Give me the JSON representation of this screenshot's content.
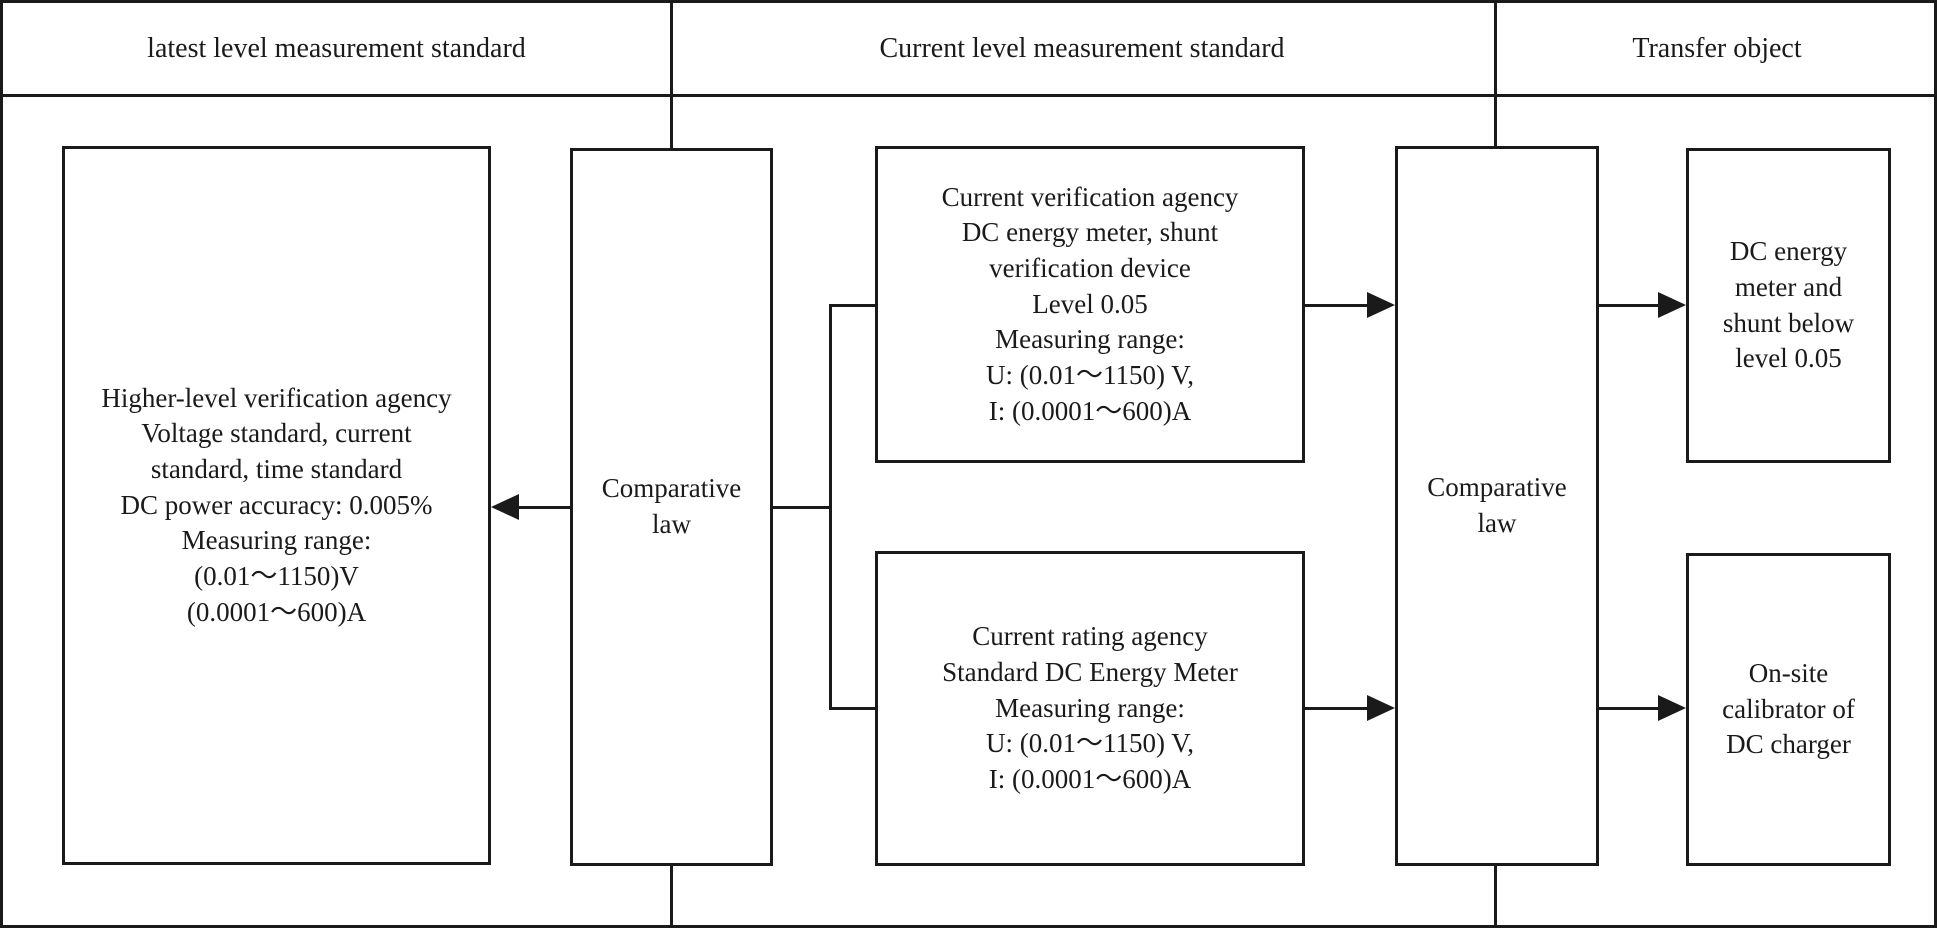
{
  "headers": {
    "col1": "latest level measurement standard",
    "col2": "Current level measurement standard",
    "col3": "Transfer object"
  },
  "boxes": {
    "higher_level": "Higher-level verification agency\nVoltage standard, current\nstandard, time standard\nDC power accuracy: 0.005%\nMeasuring range:\n(0.01〜1150)V\n(0.0001〜600)A",
    "comparative_law_left": "Comparative\nlaw",
    "current_verification": "Current verification agency\nDC energy meter, shunt\nverification device\nLevel 0.05\nMeasuring range:\nU: (0.01〜1150) V,\nI: (0.0001〜600)A",
    "current_rating": "Current rating agency\nStandard DC Energy Meter\nMeasuring range:\nU: (0.01〜1150) V,\nI: (0.0001〜600)A",
    "comparative_law_right": "Comparative\nlaw",
    "dc_meter_shunt": "DC energy\nmeter and\nshunt below\nlevel 0.05",
    "onsite_calibrator": "On-site\ncalibrator of\nDC charger"
  },
  "connections": [
    {
      "from": "comparative-law-left-box",
      "to": "higher-level-agency-box",
      "type": "arrow"
    },
    {
      "from": "comparative-law-left-box",
      "to": "current-verification-agency-box",
      "type": "line"
    },
    {
      "from": "comparative-law-left-box",
      "to": "current-rating-agency-box",
      "type": "line"
    },
    {
      "from": "current-verification-agency-box",
      "to": "comparative-law-right-box",
      "type": "arrow"
    },
    {
      "from": "current-rating-agency-box",
      "to": "comparative-law-right-box",
      "type": "arrow"
    },
    {
      "from": "comparative-law-right-box",
      "to": "dc-energy-meter-shunt-box",
      "type": "arrow"
    },
    {
      "from": "comparative-law-right-box",
      "to": "onsite-calibrator-box",
      "type": "arrow"
    }
  ],
  "colors": {
    "line": "#1a1a1a",
    "background": "#ffffff"
  }
}
